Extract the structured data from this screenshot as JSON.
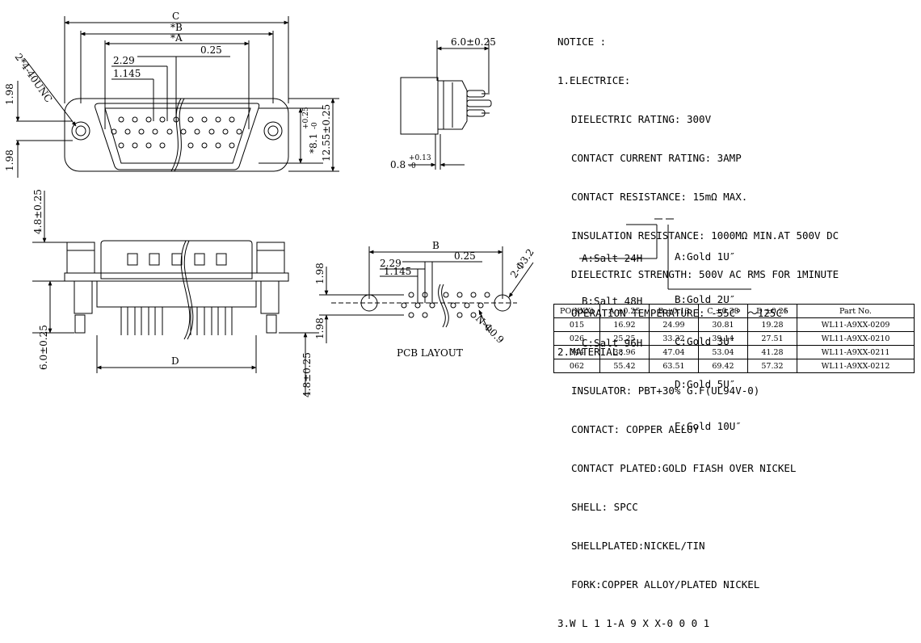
{
  "dimensions": {
    "c": "C",
    "b_star": "*B",
    "a_star": "*A",
    "d0_25": "0.25",
    "d2_29": "2.29",
    "d1_145": "1.145",
    "d2_4_40unc": "2*4-40UNC",
    "d1_98": "1.98",
    "d8_1": "*8.1",
    "d8_1_tol": "+0.25\n-0",
    "d12_55": "12.55±0.25",
    "d6_0": "6.0±0.25",
    "d0_8": "0.8",
    "d0_8_tol": "+0.13\n-0",
    "d4_8": "4.8±0.25",
    "d6_0b": "6.0±0.25",
    "d4_8b": "4.8±0.25",
    "d": "D",
    "pcb_b": "B",
    "pcb_2_29": "2.29",
    "pcb_1_145": "1.145",
    "pcb_0_25": "0.25",
    "pcb_1_98a": "1.98",
    "pcb_1_98b": "1.98",
    "pcb_2_phi3_2": "2-Φ3.2",
    "pcb_n_phi0_9": "N-Φ0.9",
    "pcb_layout": "PCB LAYOUT"
  },
  "notice": {
    "title": "NOTICE :",
    "s1": "1.ELECTRICE:",
    "e1": "DIELECTRIC RATING: 300V",
    "e2": "CONTACT CURRENT RATING: 3AMP",
    "e3": "CONTACT RESISTANCE: 15mΩ MAX.",
    "e4": "INSULATION RESISTANCE: 1000MΩ MIN.AT 500V DC",
    "e5": "DIELECTRIC STRENGTH: 500V AC RMS FOR 1MINUTE",
    "e6": "OPERATION TEMPERATURE: -55C° ～125C°",
    "s2": "2.MATERIAL:",
    "m1": "INSULATOR: PBT+30% G.F(UL94V-0)",
    "m2": "CONTACT: COPPER ALLOY",
    "m3": "CONTACT PLATED:GOLD FIASH OVER NICKEL",
    "m4": "SHELL: SPCC",
    "m5": "SHELLPLATED:NICKEL/TIN",
    "m6": "FORK:COPPER ALLOY/PLATED NICKEL",
    "s3": "3.W L 1 1-A 9 X X-0 0 0 1"
  },
  "salt_options": [
    "A:Salt 24H",
    "B:Salt 48H",
    "C:Salt 96H"
  ],
  "gold_options": [
    "A:Gold 1U″",
    "B:Gold 2U″",
    "C:Gold 3U″",
    "D:Gold 5U″",
    "E:Gold 10U″"
  ],
  "part_table": {
    "headers": [
      "PO(XXX)",
      "A ±0.25",
      "B ±0.13",
      "C ±0.38",
      "D ±0.25",
      "Part  No."
    ],
    "rows": [
      [
        "015",
        "16.92",
        "24.99",
        "30.81",
        "19.28",
        "WL11-A9XX-0209"
      ],
      [
        "026",
        "25.25",
        "33.32",
        "39.14",
        "27.51",
        "WL11-A9XX-0210"
      ],
      [
        "044",
        "38.96",
        "47.04",
        "53.04",
        "41.28",
        "WL11-A9XX-0211"
      ],
      [
        "062",
        "55.42",
        "63.51",
        "69.42",
        "57.32",
        "WL11-A9XX-0212"
      ]
    ]
  }
}
